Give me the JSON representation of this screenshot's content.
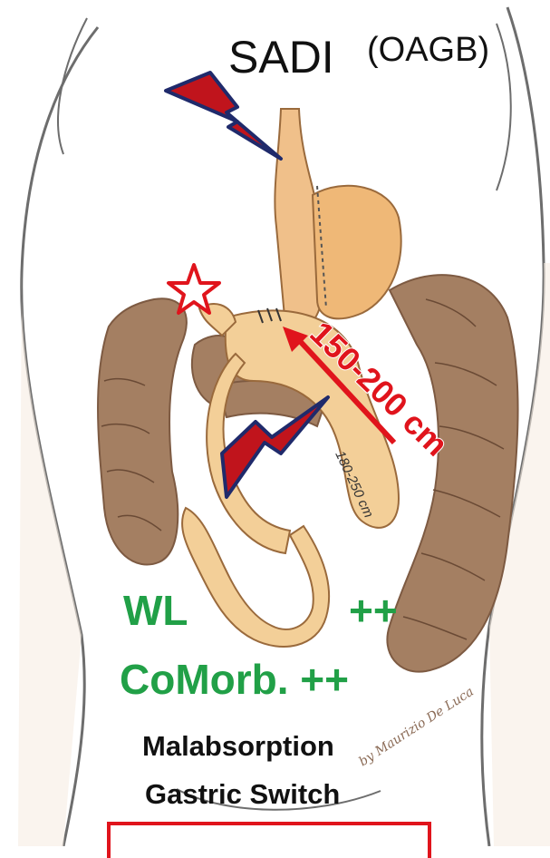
{
  "title": "SADI",
  "subtitle": "(OAGB)",
  "measure_main": "150-200 cm",
  "measure_small": "180-250 cm",
  "artist_signature": "by Maurizio De Luca",
  "outcomes": {
    "weight_loss_label": "WL",
    "weight_loss_value": "++",
    "comorbidity": "CoMorb. ++"
  },
  "mechanisms": {
    "line1": "Malabsorption",
    "line2": "Gastric Switch"
  },
  "colors": {
    "outcome_green": "#21a047",
    "accent_red": "#e0141c",
    "bolt_red": "#c0141c",
    "bolt_navy": "#1f2a6b",
    "colon_brown": "#a47f62",
    "bowel_yellow": "#f3cf98",
    "stomach_orange": "#efb877",
    "body_outline": "#6d6d6d"
  },
  "icons": [
    "lightning-bolt-icon",
    "star-icon",
    "arrow-icon"
  ]
}
